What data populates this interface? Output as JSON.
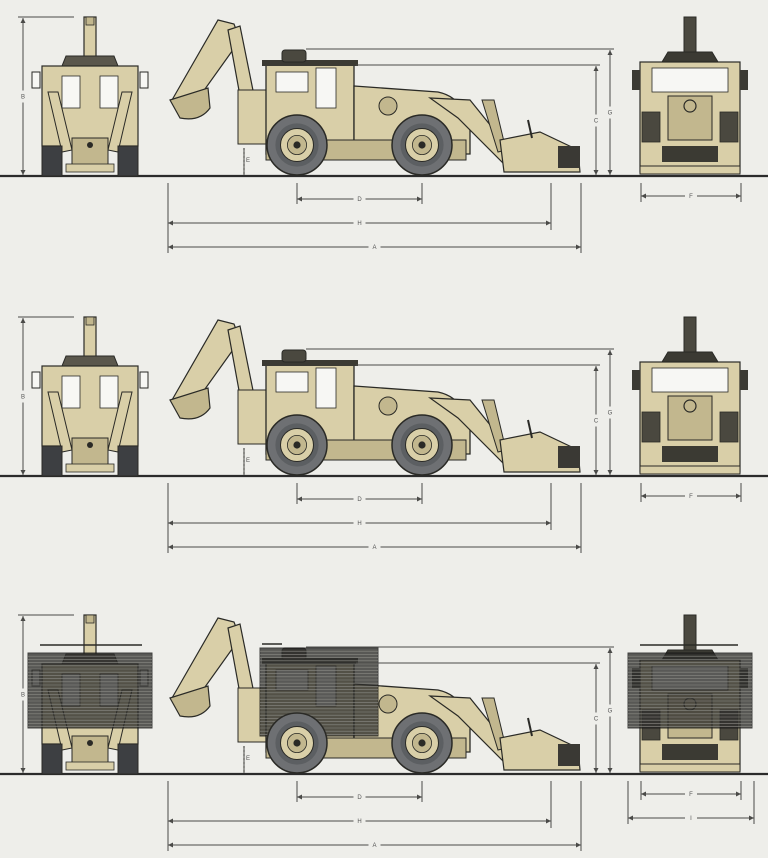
{
  "diagram": {
    "subject": "Backhoe loader dimension drawing",
    "colors": {
      "background": "#eeeeea",
      "body": "#d9cfa8",
      "body_shade": "#c2b78e",
      "outline": "#2a2a26",
      "tire": "#6e7073",
      "tire_dark": "#3d3f42",
      "armor": "#2e2e2c",
      "glass": "#f7f7f4",
      "dimension_line": "#4a4a48",
      "ground": "#2b2b2b"
    },
    "panels": [
      {
        "id": "config-1",
        "armor": false,
        "side_dims": {
          "A": "A",
          "H": "H",
          "D": "D",
          "C": "C",
          "G": "G",
          "E": "E"
        },
        "rear_dim": "B",
        "front_dims": [
          "F"
        ]
      },
      {
        "id": "config-2",
        "armor": false,
        "side_dims": {
          "A": "A",
          "H": "H",
          "D": "D",
          "C": "C",
          "G": "G",
          "E": "E"
        },
        "rear_dim": "B",
        "front_dims": [
          "F"
        ]
      },
      {
        "id": "config-3",
        "armor": true,
        "side_dims": {
          "A": "A",
          "H": "H",
          "D": "D",
          "C": "C",
          "G": "G",
          "E": "E"
        },
        "rear_dim": "B",
        "front_dims": [
          "F",
          "I"
        ]
      }
    ],
    "dimension_labels": {
      "A": "A",
      "B": "B",
      "C": "C",
      "D": "D",
      "E": "E",
      "F": "F",
      "G": "G",
      "H": "H",
      "I": "I"
    }
  }
}
